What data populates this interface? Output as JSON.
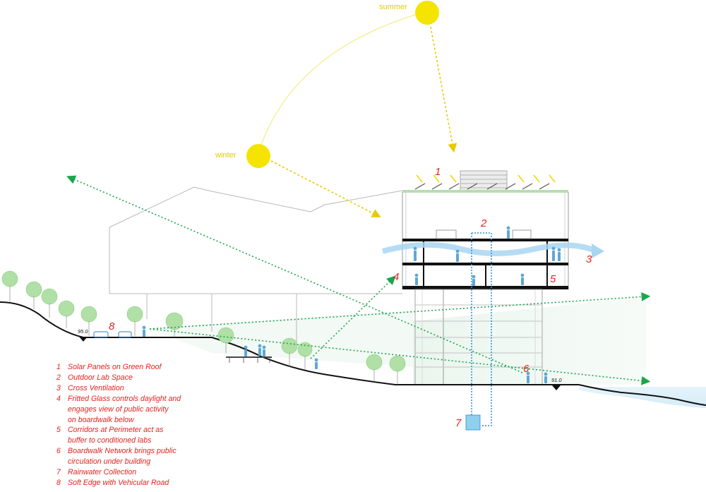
{
  "sun_labels": {
    "summer": "summer",
    "winter": "winter"
  },
  "callouts": {
    "c1": "1",
    "c2": "2",
    "c3": "3",
    "c4": "4",
    "c5": "5",
    "c6": "6",
    "c7": "7",
    "c8": "8"
  },
  "elevations": {
    "left": "95.0",
    "right": "91.0"
  },
  "legend": [
    {
      "num": "1",
      "lines": [
        "Solar Panels on Green Roof"
      ]
    },
    {
      "num": "2",
      "lines": [
        "Outdoor Lab Space"
      ]
    },
    {
      "num": "3",
      "lines": [
        "Cross Ventilation"
      ]
    },
    {
      "num": "4",
      "lines": [
        "Fritted Glass controls daylight and",
        "engages view of public activity",
        "on boardwalk below"
      ]
    },
    {
      "num": "5",
      "lines": [
        "Corridors at Perimeter act as",
        "buffer to conditioned labs"
      ]
    },
    {
      "num": "6",
      "lines": [
        "Boardwalk Network brings public",
        "circulation under building"
      ]
    },
    {
      "num": "7",
      "lines": [
        "Rainwater Collection"
      ]
    },
    {
      "num": "8",
      "lines": [
        "Soft Edge with Vehicular Road"
      ]
    }
  ],
  "colors": {
    "callout_red": "#e3231f",
    "sun_yellow": "#f4e400",
    "sightline_green": "#1aa64b",
    "water_blue": "#2a8fd6",
    "airflow_blue": "#9ecfee",
    "tree_green": "#a9dca0",
    "water_surface": "#dff0fa"
  }
}
